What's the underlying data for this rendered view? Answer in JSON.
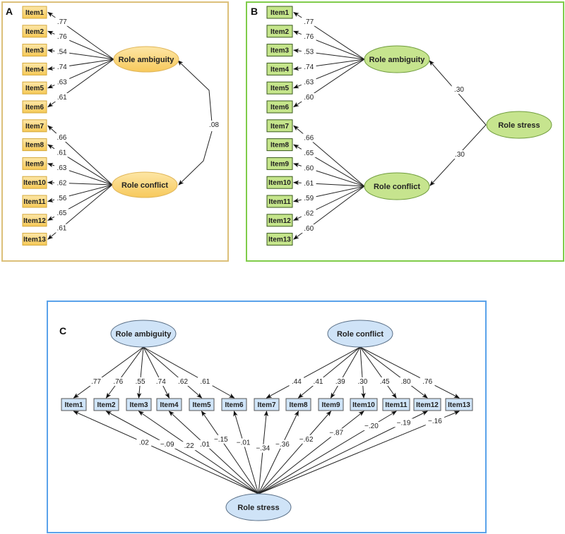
{
  "figure": {
    "panels": [
      {
        "id": "A",
        "label": "A",
        "theme": {
          "border": "#d9b866",
          "fill": "#fbd97a",
          "item_border": "#d4a93c",
          "latent_fill": "#fcd98b",
          "latent_border": "#e0b65a"
        },
        "items": [
          "Item1",
          "Item2",
          "Item3",
          "Item4",
          "Item5",
          "Item6",
          "Item7",
          "Item8",
          "Item9",
          "Item10",
          "Item11",
          "Item12",
          "Item13"
        ],
        "latents": [
          {
            "name": "Role ambiguity",
            "key": "ambiguity"
          },
          {
            "name": "Role conflict",
            "key": "conflict"
          }
        ],
        "loadings": {
          "ambiguity": {
            "items": [
              1,
              2,
              3,
              4,
              5,
              6
            ],
            "values": [
              ".77",
              ".76",
              ".54",
              ".74",
              ".63",
              ".61"
            ]
          },
          "conflict": {
            "items": [
              7,
              8,
              9,
              10,
              11,
              12,
              13
            ],
            "values": [
              ".66",
              ".61",
              ".63",
              ".62",
              ".56",
              ".65",
              ".61"
            ]
          }
        },
        "correlation": {
          "between": [
            "Role ambiguity",
            "Role conflict"
          ],
          "value": ".08"
        }
      },
      {
        "id": "B",
        "label": "B",
        "theme": {
          "border": "#7dc84a",
          "fill": "#c5e58b",
          "item_border": "#3a5a1e",
          "latent_fill": "#c6e48e",
          "latent_border": "#6f9c3c"
        },
        "items": [
          "Item1",
          "Item2",
          "Item3",
          "Item4",
          "Item5",
          "Item6",
          "Item7",
          "Item8",
          "Item9",
          "Item10",
          "Item11",
          "Item12",
          "Item13"
        ],
        "latents": [
          {
            "name": "Role ambiguity",
            "key": "ambiguity"
          },
          {
            "name": "Role conflict",
            "key": "conflict"
          },
          {
            "name": "Role stress",
            "key": "stress"
          }
        ],
        "loadings": {
          "ambiguity": {
            "items": [
              1,
              2,
              3,
              4,
              5,
              6
            ],
            "values": [
              ".77",
              ".76",
              ".53",
              ".74",
              ".63",
              ".60"
            ]
          },
          "conflict": {
            "items": [
              7,
              8,
              9,
              10,
              11,
              12,
              13
            ],
            "values": [
              ".66",
              ".65",
              ".60",
              ".61",
              ".59",
              ".62",
              ".60"
            ]
          }
        },
        "second_order": [
          {
            "from": "Role stress",
            "to": "Role ambiguity",
            "value": ".30"
          },
          {
            "from": "Role stress",
            "to": "Role conflict",
            "value": ".30"
          }
        ]
      },
      {
        "id": "C",
        "label": "C",
        "theme": {
          "border": "#5aa0e6",
          "fill": "#cfe4f8",
          "item_border": "#555",
          "latent_fill": "#cfe3f7",
          "latent_border": "#5a6f86"
        },
        "items": [
          "Item1",
          "Item2",
          "Item3",
          "Item4",
          "Item5",
          "Item6",
          "Item7",
          "Item8",
          "Item9",
          "Item10",
          "Item11",
          "Item12",
          "Item13"
        ],
        "latents": [
          {
            "name": "Role ambiguity",
            "key": "ambiguity"
          },
          {
            "name": "Role conflict",
            "key": "conflict"
          },
          {
            "name": "Role stress",
            "key": "stress"
          }
        ],
        "loadings": {
          "ambiguity": {
            "items": [
              1,
              2,
              3,
              4,
              5,
              6
            ],
            "values": [
              ".77",
              ".76",
              ".55",
              ".74",
              ".62",
              ".61"
            ]
          },
          "conflict": {
            "items": [
              7,
              8,
              9,
              10,
              11,
              12,
              13
            ],
            "values": [
              ".44",
              ".41",
              ".39",
              ".30",
              ".45",
              ".80",
              ".76"
            ]
          },
          "stress": {
            "items": [
              1,
              2,
              3,
              4,
              5,
              6,
              7,
              8,
              9,
              10,
              11,
              12,
              13
            ],
            "values": [
              ".02",
              "−.09",
              ".22",
              ".01",
              "−.15",
              "−.01",
              "−.34",
              "−.36",
              "−.62",
              "−.87",
              "−.20",
              "−.19",
              "−.16"
            ]
          }
        }
      }
    ]
  }
}
